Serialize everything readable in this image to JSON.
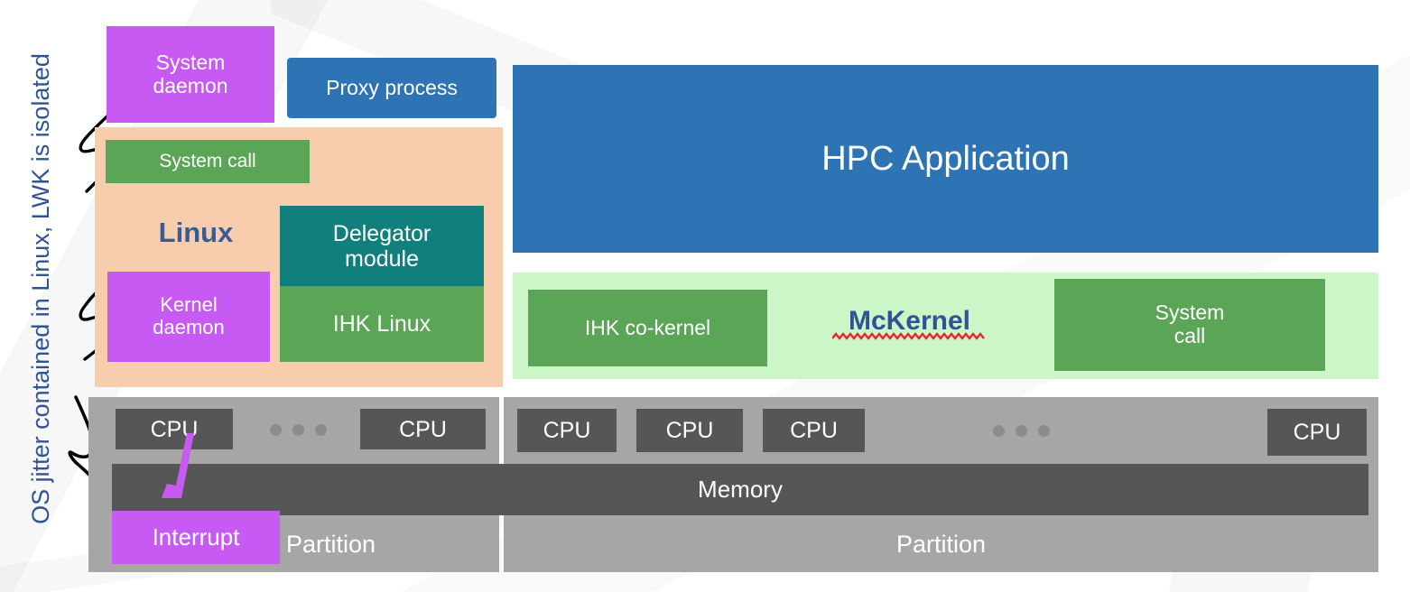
{
  "caption": {
    "vertical_label": "OS jitter contained in Linux, LWK is isolated"
  },
  "host_side": {
    "system_daemon": "System\ndaemon",
    "proxy_process": "Proxy process",
    "linux_label": "Linux",
    "system_call": "System call",
    "kernel_daemon": "Kernel\ndaemon",
    "delegator_module": "Delegator\nmodule",
    "ihk_linux": "IHK Linux"
  },
  "lwk_side": {
    "hpc_application": "HPC Application",
    "ihk_cokernel": "IHK co-kernel",
    "mckernel": "McKernel",
    "system_call": "System\ncall"
  },
  "hardware": {
    "cpu_label": "CPU",
    "memory_label": "Memory",
    "partition_label": "Partition",
    "interrupt_label": "Interrupt",
    "left_partition_cpus": [
      "CPU",
      "CPU"
    ],
    "right_partition_cpus": [
      "CPU",
      "CPU",
      "CPU",
      "CPU"
    ],
    "ellipsis": "..."
  },
  "colors": {
    "magenta": "#c75af2",
    "blue": "#2e74b5",
    "green": "#5ba557",
    "teal": "#11807d",
    "peach": "#f8cdae",
    "light_green": "#ccf5c8",
    "dark_gray": "#565656",
    "mid_gray": "#a6a6a6",
    "navy_text": "#2f5496",
    "spellcheck_red": "#e8262b"
  }
}
